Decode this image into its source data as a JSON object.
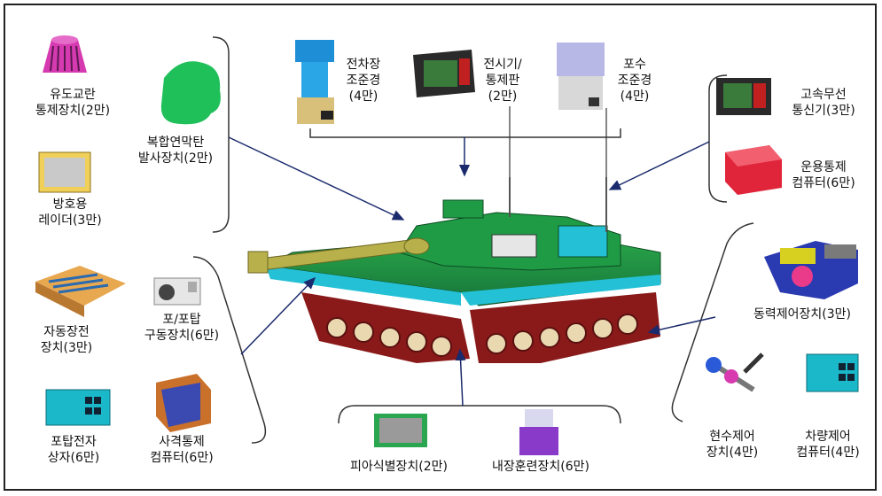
{
  "components": [
    {
      "id": "yudo",
      "lines": [
        "유도교란",
        "통제장치(2만)"
      ]
    },
    {
      "id": "bokhap",
      "lines": [
        "복합연막탄",
        "발사장치(2만)"
      ]
    },
    {
      "id": "banghoyong",
      "lines": [
        "방호용",
        "레이더(3만)"
      ]
    },
    {
      "id": "jeonchajang",
      "lines": [
        "전차장",
        "조준경",
        "(4만)"
      ]
    },
    {
      "id": "jeonsigi",
      "lines": [
        "전시기/",
        "통제판",
        "(2만)"
      ]
    },
    {
      "id": "posu",
      "lines": [
        "포수",
        "조준경",
        "(4만)"
      ]
    },
    {
      "id": "gosok",
      "lines": [
        "고속무선",
        "통신기(3만)"
      ]
    },
    {
      "id": "unyong",
      "lines": [
        "운용통제",
        "컴퓨터(6만)"
      ]
    },
    {
      "id": "jadong",
      "lines": [
        "자동장전",
        "장치(3만)"
      ]
    },
    {
      "id": "popotap",
      "lines": [
        "포/포탑",
        "구동장치(6만)"
      ]
    },
    {
      "id": "potapjeonja",
      "lines": [
        "포탑전자",
        "상자(6만)"
      ]
    },
    {
      "id": "sagyeok",
      "lines": [
        "사격통제",
        "컴퓨터(6만)"
      ]
    },
    {
      "id": "piasik",
      "lines": [
        "피아식별장치(2만)"
      ]
    },
    {
      "id": "naejang",
      "lines": [
        "내장훈련장치(6만)"
      ]
    },
    {
      "id": "dongryeok",
      "lines": [
        "동력제어장치(3만)"
      ]
    },
    {
      "id": "hyeonsu",
      "lines": [
        "현수제어",
        "장치(4만)"
      ]
    },
    {
      "id": "charyang",
      "lines": [
        "차량제어",
        "컴퓨터(4만)"
      ]
    }
  ]
}
